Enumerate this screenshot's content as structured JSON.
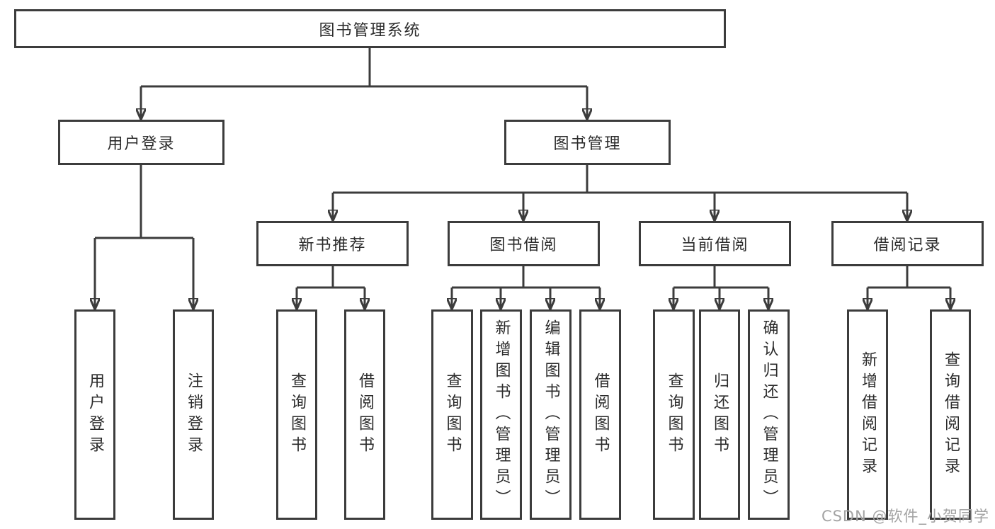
{
  "diagram": {
    "type": "hierarchy",
    "root_id": "root",
    "hierarchy": {
      "root": [
        "user_login",
        "book_management"
      ],
      "user_login": [
        "leaf_user_login",
        "leaf_logout"
      ],
      "book_management": [
        "new_book_recommend",
        "book_borrow",
        "current_borrow",
        "borrow_records"
      ],
      "new_book_recommend": [
        "leaf_search_books_a",
        "leaf_borrow_books_a"
      ],
      "book_borrow": [
        "leaf_search_books_b",
        "leaf_add_book_admin",
        "leaf_edit_book_admin",
        "leaf_borrow_books_b"
      ],
      "current_borrow": [
        "leaf_search_books_c",
        "leaf_return_book",
        "leaf_confirm_return_admin"
      ],
      "borrow_records": [
        "leaf_add_borrow_record",
        "leaf_search_borrow_record"
      ]
    }
  },
  "nodes": {
    "root": {
      "label": "图书管理系统"
    },
    "user_login": {
      "label": "用户登录"
    },
    "book_management": {
      "label": "图书管理"
    },
    "new_book_recommend": {
      "label": "新书推荐"
    },
    "book_borrow": {
      "label": "图书借阅"
    },
    "current_borrow": {
      "label": "当前借阅"
    },
    "borrow_records": {
      "label": "借阅记录"
    },
    "leaf_user_login": {
      "label": "用户登录"
    },
    "leaf_logout": {
      "label": "注销登录"
    },
    "leaf_search_books_a": {
      "label": "查询图书"
    },
    "leaf_borrow_books_a": {
      "label": "借阅图书"
    },
    "leaf_search_books_b": {
      "label": "查询图书"
    },
    "leaf_add_book_admin": {
      "label": "新增图书（管理员）"
    },
    "leaf_edit_book_admin": {
      "label": "编辑图书（管理员）"
    },
    "leaf_borrow_books_b": {
      "label": "借阅图书"
    },
    "leaf_search_books_c": {
      "label": "查询图书"
    },
    "leaf_return_book": {
      "label": "归还图书"
    },
    "leaf_confirm_return_admin": {
      "label": "确认归还（管理员）"
    },
    "leaf_add_borrow_record": {
      "label": "新增借阅记录"
    },
    "leaf_search_borrow_record": {
      "label": "查询借阅记录"
    }
  },
  "watermark": {
    "text": "CSDN @软件_小贺同学"
  },
  "colors": {
    "line": "#3c3c3c",
    "box_border": "#3c3c3c",
    "box_fill": "#ffffff",
    "text": "#2b2b2b",
    "watermark": "#a3a3a3",
    "background": "#ffffff"
  }
}
